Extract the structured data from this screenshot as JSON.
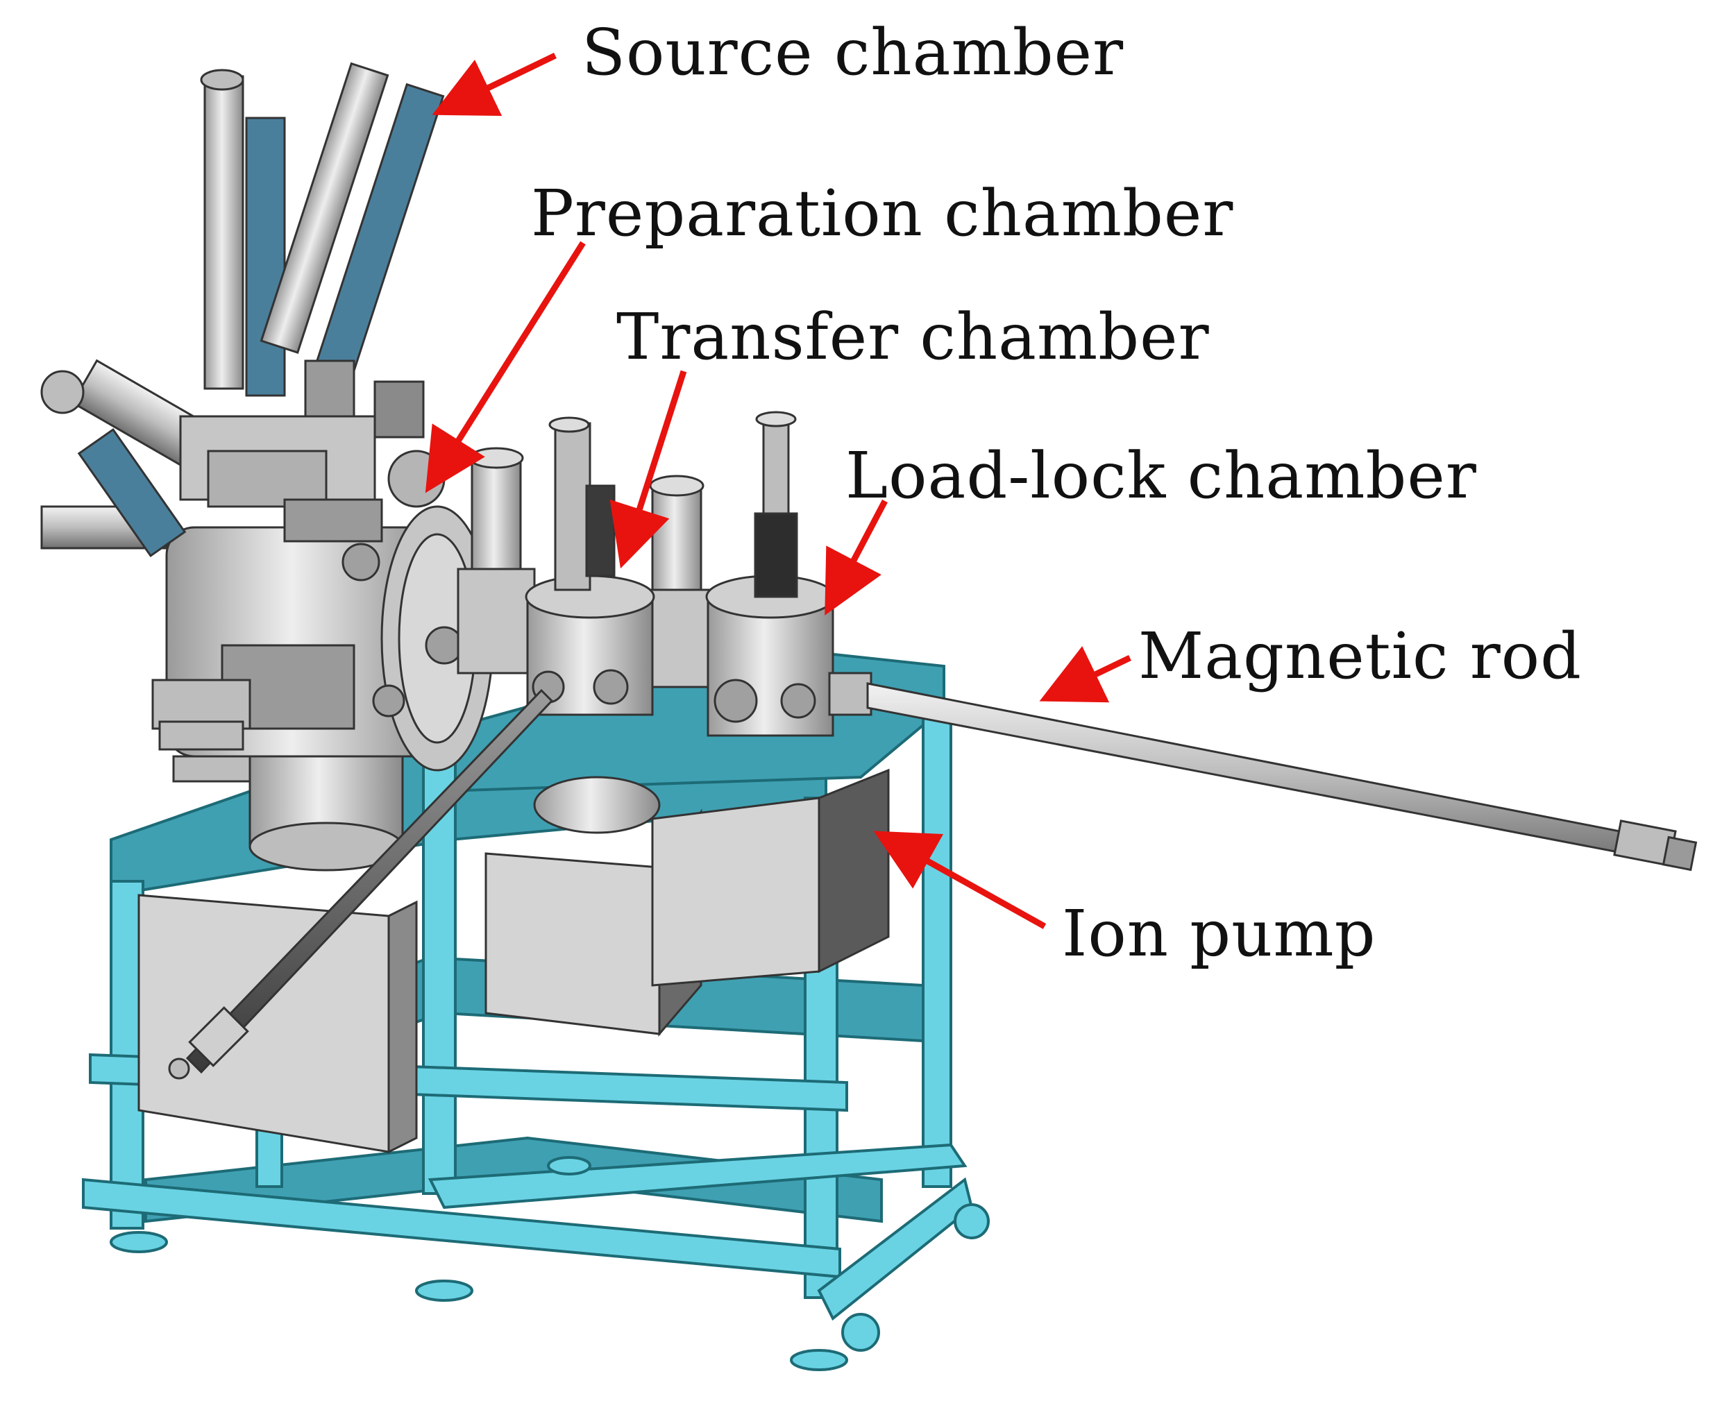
{
  "labels": {
    "source": "Source chamber",
    "preparation": "Preparation chamber",
    "transfer": "Transfer chamber",
    "loadlock": "Load-lock chamber",
    "rod": "Magnetic rod",
    "pump": "Ion pump"
  },
  "colors": {
    "frame": "#69d3e3",
    "frame_dark": "#2a8e9c",
    "plate": "#3fa0b2",
    "metal": "#c8c8c8",
    "metal_dark": "#7b7b7b",
    "pump_box": "#d4d4d4",
    "arrow": "#e8130f",
    "coil": "#4a7f9c"
  }
}
